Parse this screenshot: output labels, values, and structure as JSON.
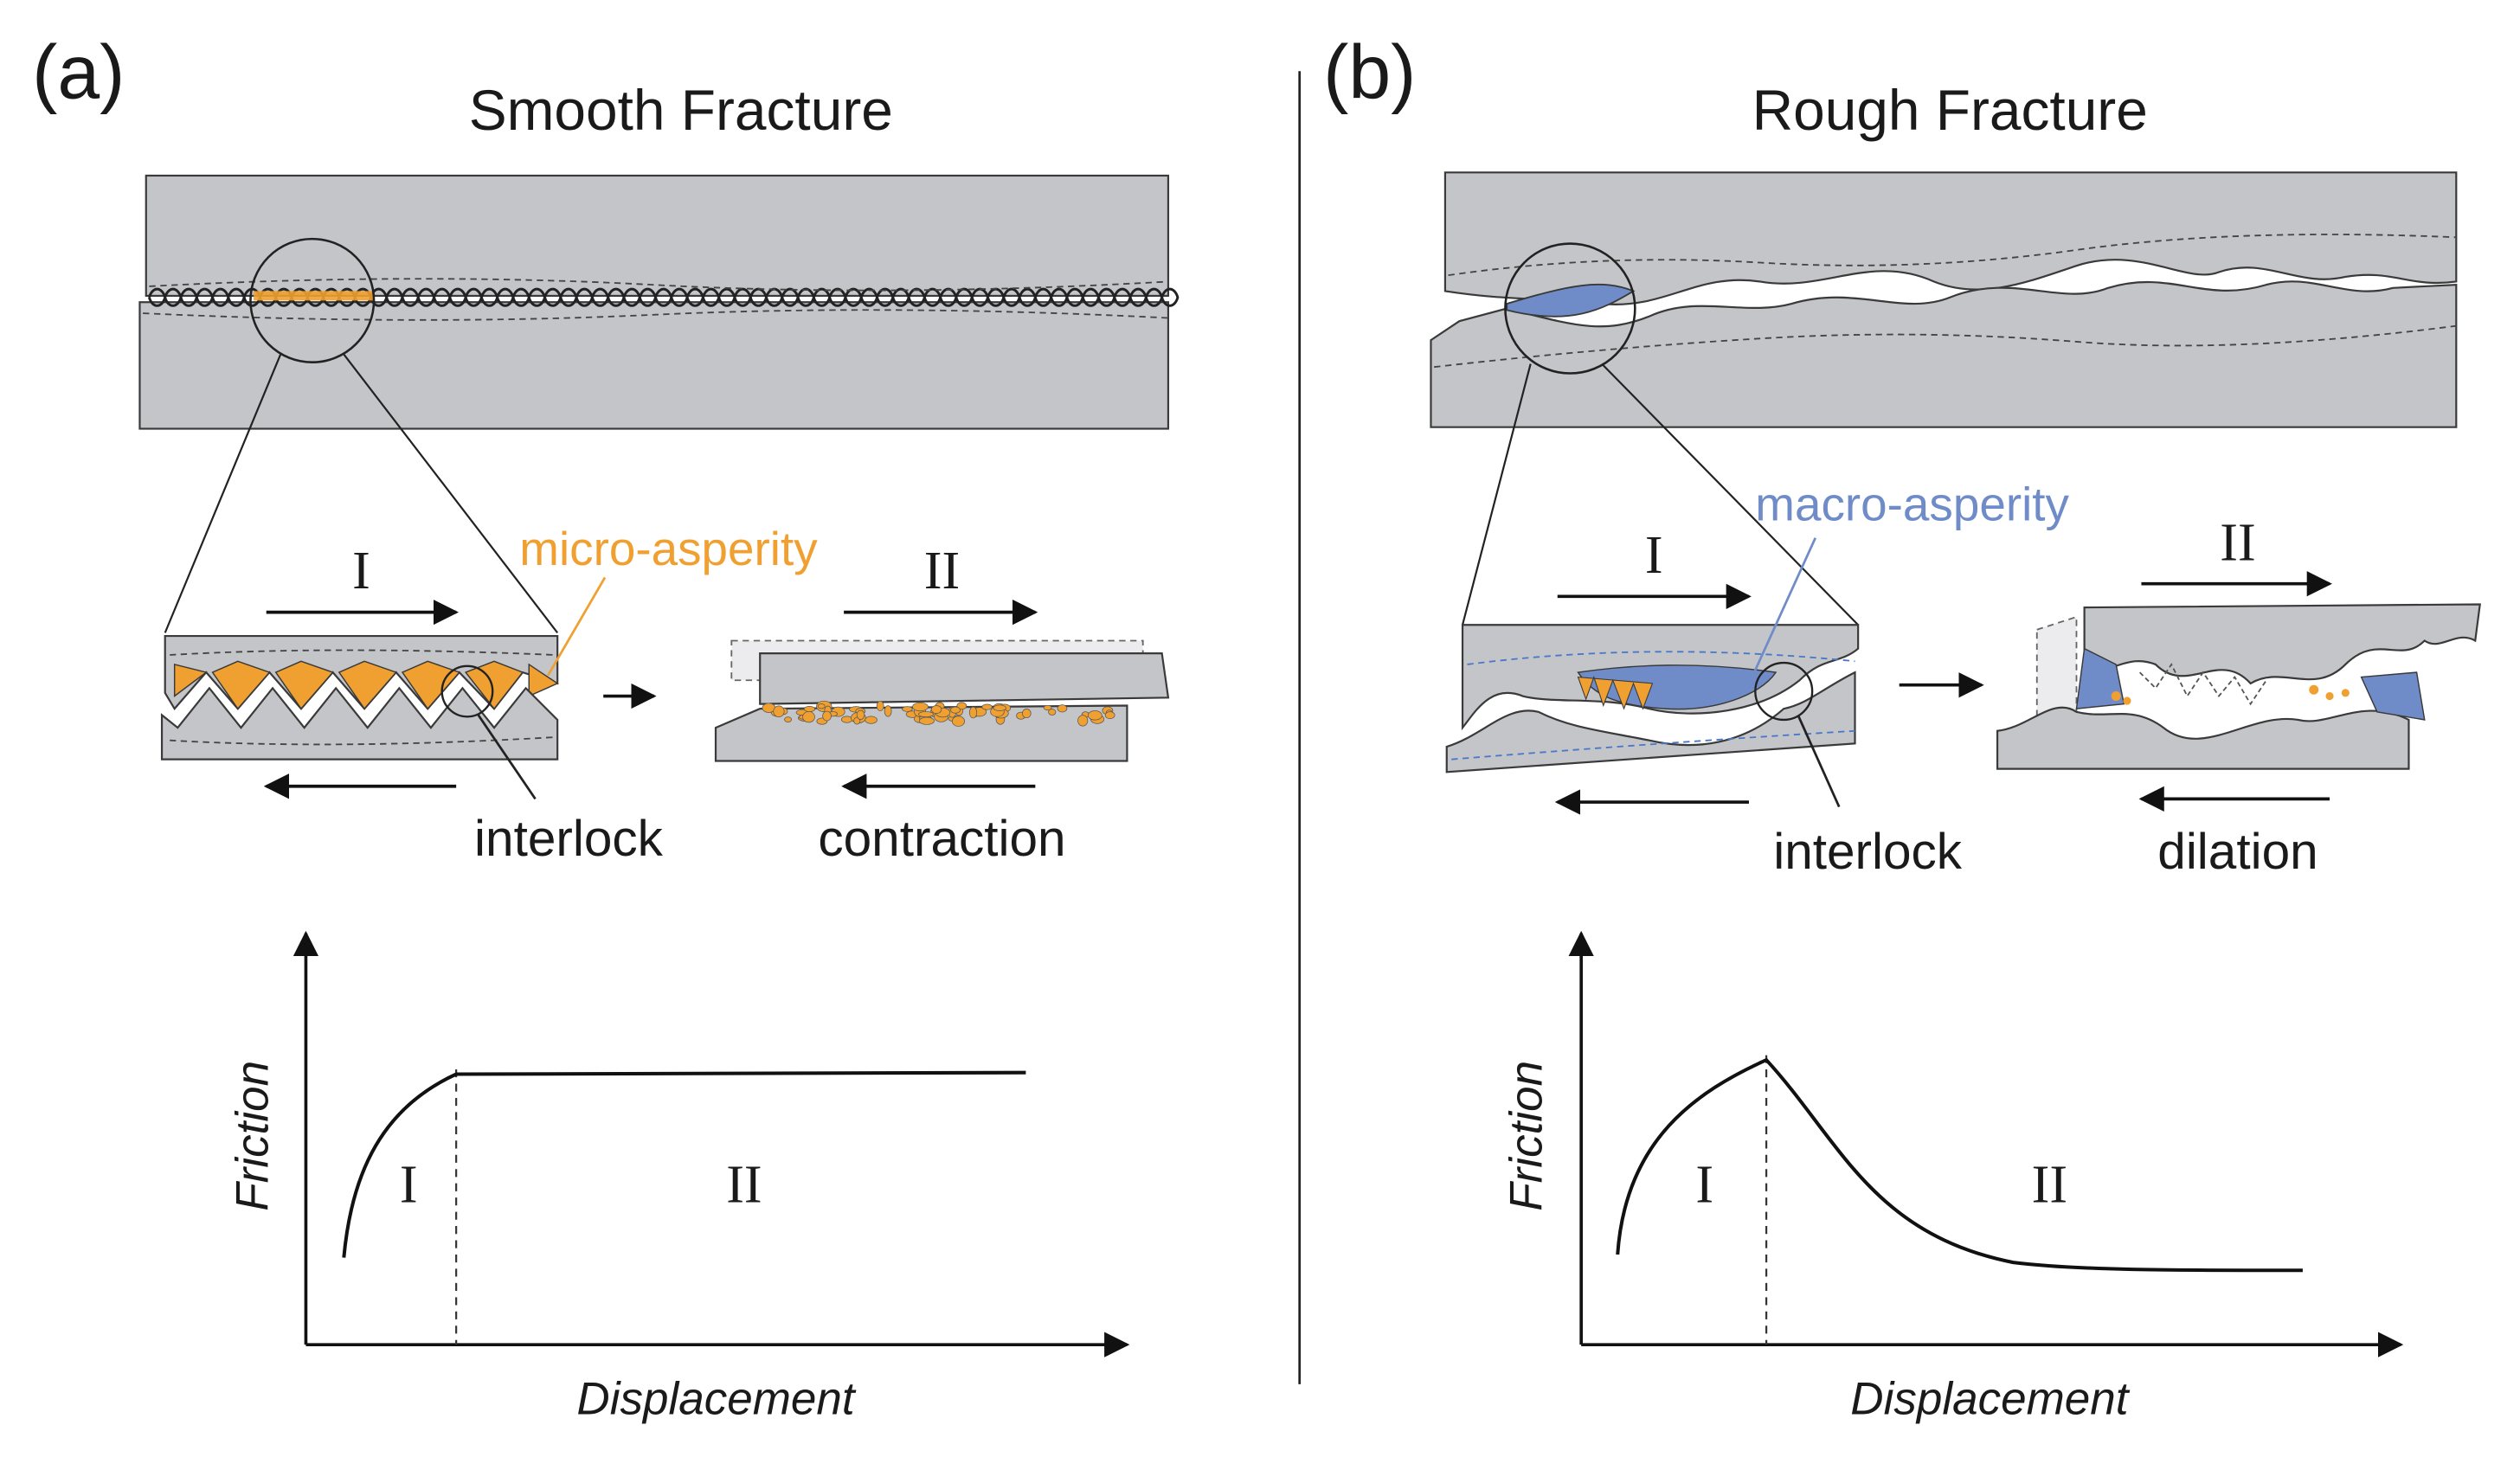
{
  "panels": [
    {
      "id": "a",
      "panel_label": "(a)",
      "title": "Smooth Fracture",
      "stage_one": "I",
      "stage_two": "II",
      "asperity_label": "micro-asperity",
      "interlock_label": "interlock",
      "volume_change_label": "contraction",
      "plot": {
        "ylabel": "Friction",
        "xlabel": "Displacement",
        "region_one": "I",
        "region_two": "II"
      }
    },
    {
      "id": "b",
      "panel_label": "(b)",
      "title": "Rough Fracture",
      "stage_one": "I",
      "stage_two": "II",
      "asperity_label": "macro-asperity",
      "interlock_label": "interlock",
      "volume_change_label": "dilation",
      "plot": {
        "ylabel": "Friction",
        "xlabel": "Displacement",
        "region_one": "I",
        "region_two": "II"
      }
    }
  ],
  "colors": {
    "rock": "#c4c5c8",
    "rock_light": "#e2e3e5",
    "outline": "#3a3a3a",
    "micro_asperity": "#f0a030",
    "macro_asperity": "#6f8cc8",
    "text": "#1a1a1a"
  }
}
